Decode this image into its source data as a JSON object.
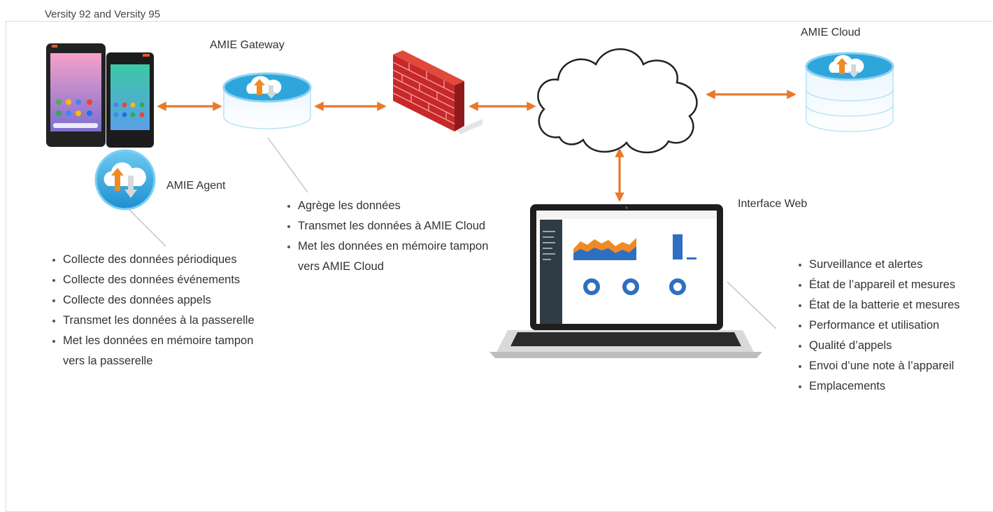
{
  "frame_title": "Versity 92 and Versity 95",
  "labels": {
    "gateway": "AMIE Gateway",
    "agent": "AMIE Agent",
    "cloud": "AMIE Cloud",
    "web": "Interface Web"
  },
  "agent_bullets": [
    "Collecte des données périodiques",
    "Collecte des données événements",
    "Collecte des données appels",
    "Transmet les données à la passerelle",
    "Met les données en mémoire tampon vers la passerelle"
  ],
  "gateway_bullets": [
    "Agrège les données",
    "Transmet les données à AMIE Cloud",
    "Met les données en mémoire tampon vers AMIE Cloud"
  ],
  "web_bullets": [
    "Surveillance et alertes",
    "État de l’appareil et mesures",
    "État de la batterie et mesures",
    "Performance et utilisation",
    "Qualité d’appels",
    "Envoi d’une note à l’appareil",
    "Emplacements"
  ],
  "colors": {
    "arrow": "#e8782a",
    "orange_up": "#f08a24",
    "cloud_blue": "#29a8e0",
    "firewall_red": "#c8282a"
  }
}
